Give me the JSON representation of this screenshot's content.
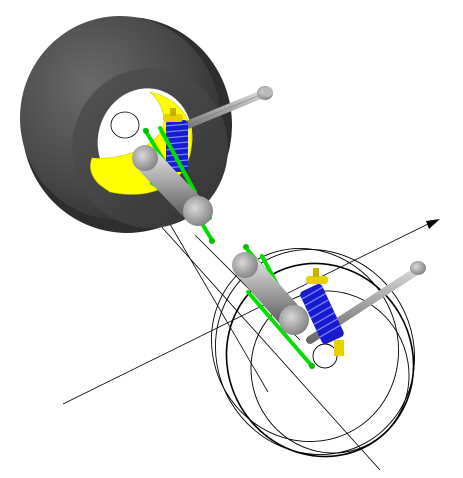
{
  "scene": {
    "colors": {
      "background": "#ffffff",
      "tire": "#444444",
      "tire_dark": "#2e2e2e",
      "rim": "#ffff00",
      "spring": "#1a1ad0",
      "arm": "#00e000",
      "metal": "#a8a8a8",
      "metal_dark": "#6e6e6e",
      "brass": "#e8d000",
      "line": "#000000"
    },
    "components": [
      "wheel-tire",
      "wheel-rim",
      "coil-spring-upper",
      "coil-spring-lower",
      "control-arm-upper",
      "control-arm-lower",
      "tie-rod-upper",
      "tie-rod-lower",
      "wireframe-wheel",
      "axis-arrow"
    ]
  }
}
